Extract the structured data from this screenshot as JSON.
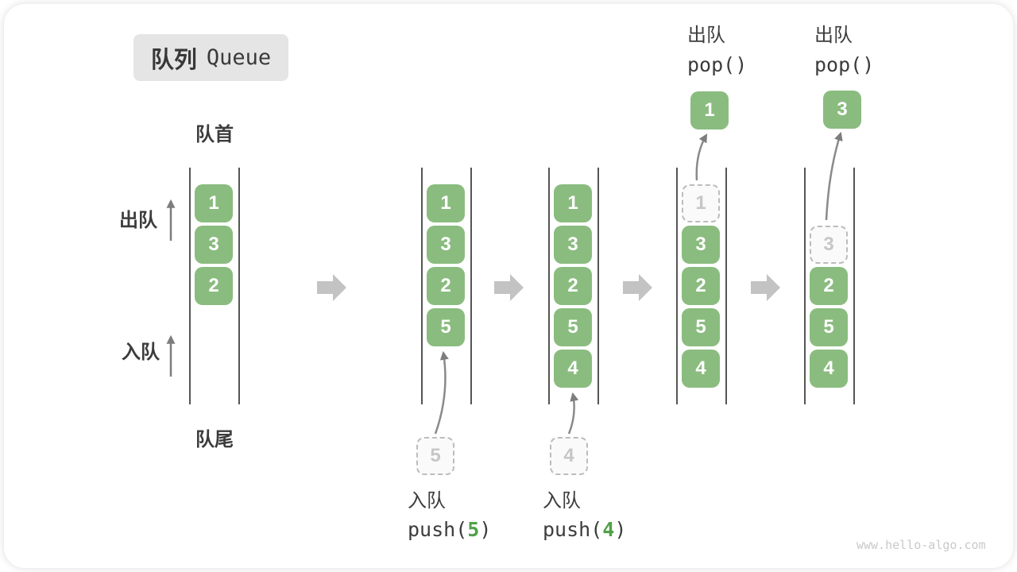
{
  "title": {
    "zh": "队列",
    "en": "Queue"
  },
  "labels": {
    "front": "队首",
    "rear": "队尾",
    "dequeue": "出队",
    "enqueue": "入队"
  },
  "states": [
    {
      "boxes": [
        "1",
        "3",
        "2"
      ]
    },
    {
      "boxes": [
        "1",
        "3",
        "2",
        "5"
      ],
      "incoming": "5",
      "op": {
        "label": "入队",
        "code_pre": "push(",
        "code_val": "5",
        "code_post": ")"
      }
    },
    {
      "boxes": [
        "1",
        "3",
        "2",
        "5",
        "4"
      ],
      "incoming": "4",
      "op": {
        "label": "入队",
        "code_pre": "push(",
        "code_val": "4",
        "code_post": ")"
      }
    },
    {
      "boxes": [
        "3",
        "2",
        "5",
        "4"
      ],
      "ghost": "1",
      "popped": "1",
      "op": {
        "label": "出队",
        "code": "pop()"
      }
    },
    {
      "boxes": [
        "2",
        "5",
        "4"
      ],
      "ghost": "3",
      "popped": "3",
      "op": {
        "label": "出队",
        "code": "pop()"
      }
    }
  ],
  "colors": {
    "box_green": "#8abc7f",
    "code_green": "#51a049",
    "badge_bg": "#e5e5e5",
    "ghost_border": "#bcbcbc",
    "step_arrow": "#c3c3c3",
    "small_arrow": "#868686",
    "text_dark": "#3c3c3c"
  },
  "watermark": "www.hello-algo.com"
}
